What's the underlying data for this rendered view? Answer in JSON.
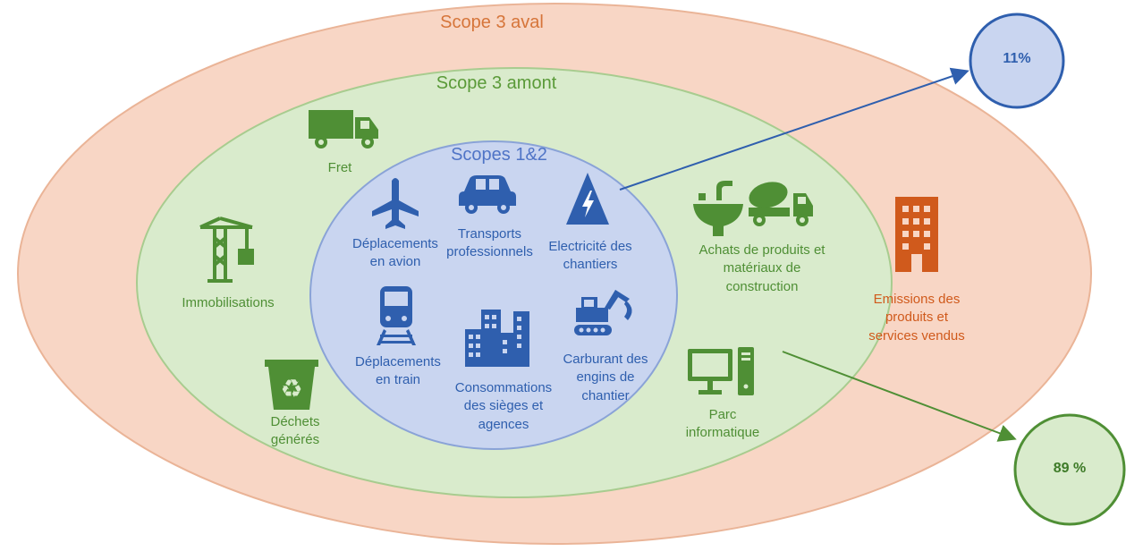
{
  "scopes": {
    "outer": {
      "label": "Scope 3 aval",
      "color": "#f7d3c1",
      "stroke": "#e6aa86"
    },
    "middle": {
      "label": "Scope 3 amont",
      "color": "#d8eacb",
      "stroke": "#a9cd90"
    },
    "inner": {
      "label": "Scopes 1&2",
      "color": "#c8d4ef",
      "stroke": "#8aa3d7"
    }
  },
  "inner_items": [
    {
      "label": "Déplacements\nen avion",
      "icon": "airplane-icon"
    },
    {
      "label": "Transports\nprofessionnels",
      "icon": "car-icon"
    },
    {
      "label": "Electricité des\nchantiers",
      "icon": "electricity-icon"
    },
    {
      "label": "Déplacements\nen train",
      "icon": "train-icon"
    },
    {
      "label": "Consommations\ndes sièges et\nagences",
      "icon": "office-buildings-icon"
    },
    {
      "label": "Carburant des\nengins de\nchantier",
      "icon": "excavator-icon"
    }
  ],
  "middle_items": [
    {
      "label": "Fret",
      "icon": "truck-icon"
    },
    {
      "label": "Immobilisations",
      "icon": "crane-icon"
    },
    {
      "label": "Déchets\ngénérés",
      "icon": "recycle-bin-icon"
    },
    {
      "label": "Achats de produits et\nmatériaux de\nconstruction",
      "icon": "sink-and-concrete-mixer-icon"
    },
    {
      "label": "Parc\ninformatique",
      "icon": "computer-icon"
    }
  ],
  "outer_items": [
    {
      "label": "Emissions des\nproduits et\nservices vendus",
      "icon": "building-icon"
    }
  ],
  "callouts": {
    "scopes12": {
      "value": "11%",
      "color": "#2f5fae"
    },
    "scope3": {
      "value": "89 %",
      "color": "#4f8f35"
    }
  }
}
